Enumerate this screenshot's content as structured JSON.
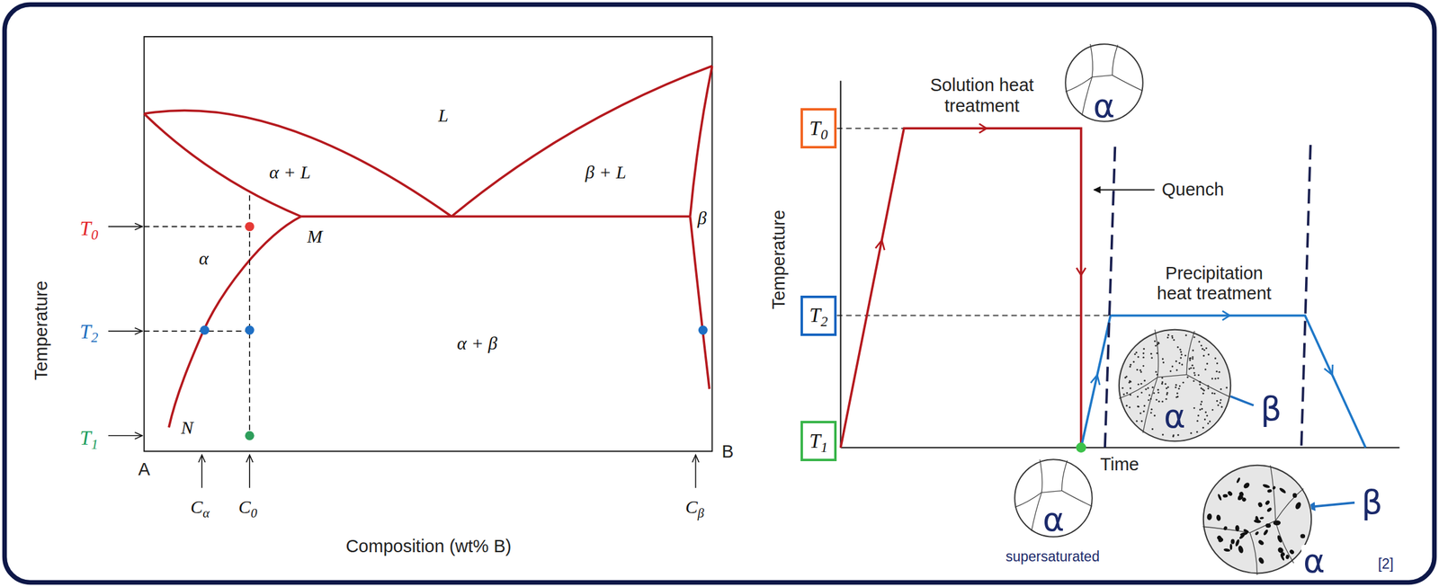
{
  "diagram": {
    "nodes": [
      {
        "text": [
          "α"
        ]
      },
      {
        "text": [
          "T0"
        ]
      },
      {
        "text": [
          "T2"
        ]
      },
      {
        "text": [
          "α"
        ]
      },
      {
        "text": [
          "T1"
        ]
      },
      {
        "text": [
          "α"
        ]
      },
      {
        "text": [
          "α"
        ]
      }
    ],
    "labels": [
      "L",
      "α + L",
      "β + L",
      "T0",
      "β",
      "α",
      "M",
      "T2",
      "α + β",
      "Temperature",
      "N",
      "T1",
      "A",
      "B",
      "Cα",
      "C0",
      "Cβ",
      "Composition (wt% B)",
      "Solution heat treatment",
      "Quench",
      "Temperature",
      "Precipitation heat treatment",
      "β",
      "Time",
      "supersaturated",
      "β",
      "[2]"
    ]
  }
}
